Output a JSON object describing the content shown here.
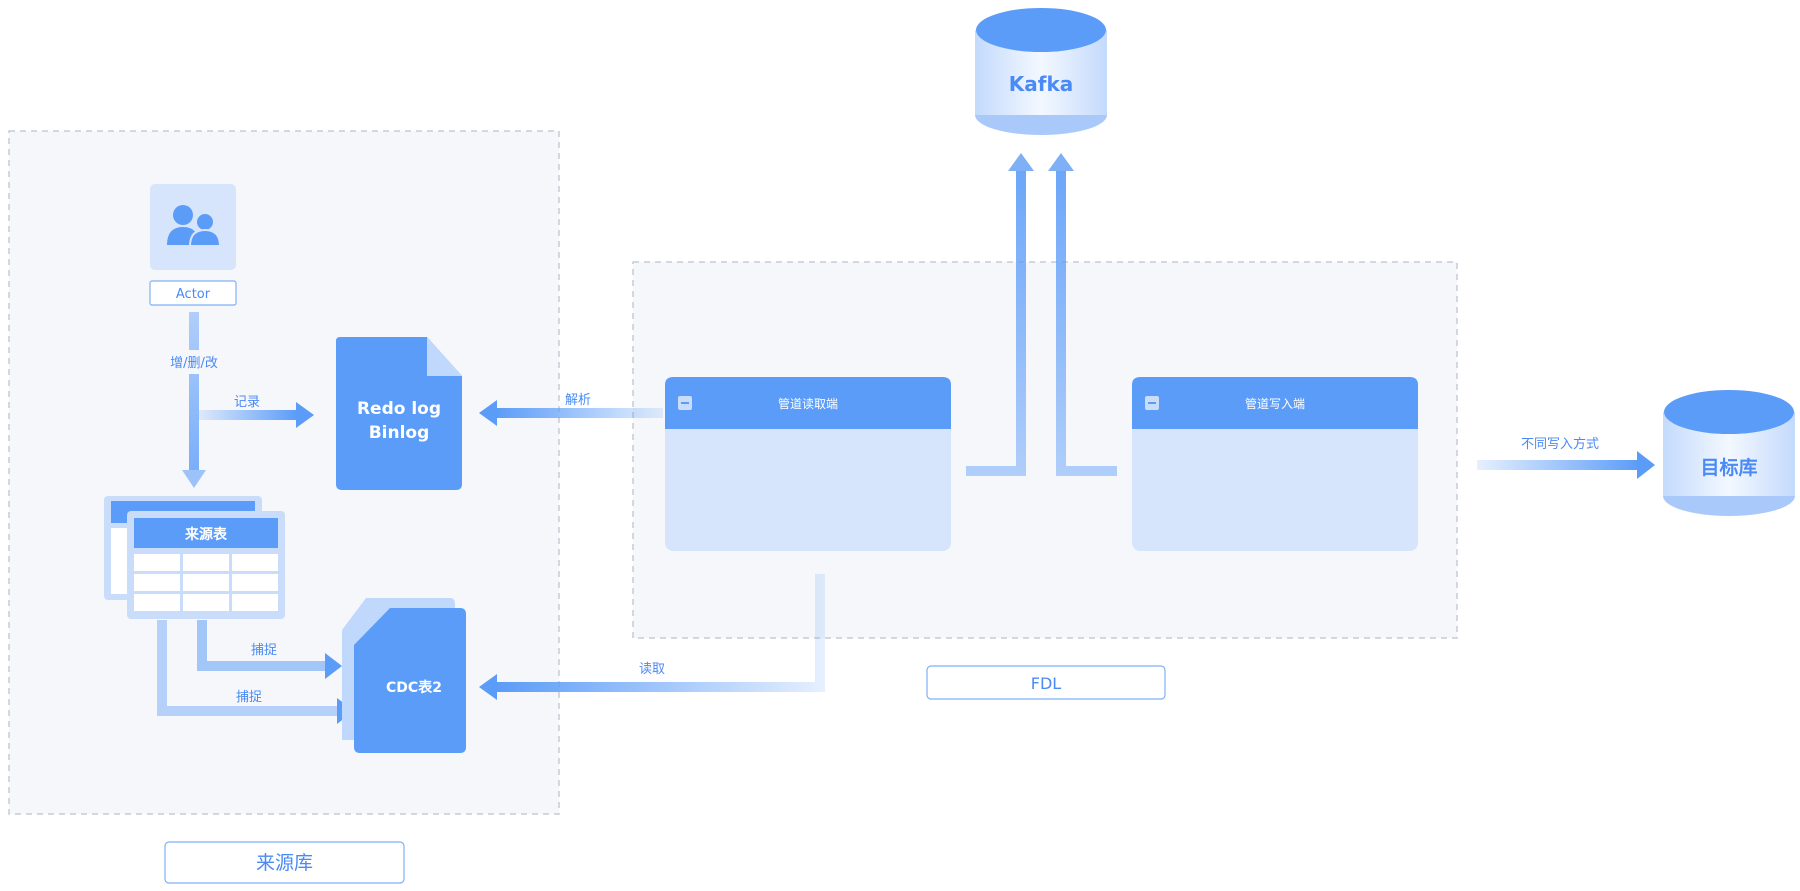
{
  "source": {
    "group_label": "来源库",
    "actor_label": "Actor",
    "crud_label": "增/删/改",
    "record_label": "记录",
    "log_line1": "Redo log",
    "log_line2": "Binlog",
    "table_label": "来源表",
    "capture_label_1": "捕捉",
    "capture_label_2": "捕捉",
    "cdc_label": "CDC表2"
  },
  "fdl": {
    "group_label": "FDL",
    "parse_label": "解析",
    "read_label": "读取",
    "reader_title": "管道读取端",
    "writer_title": "管道写入端"
  },
  "kafka": {
    "label": "Kafka"
  },
  "target": {
    "label": "目标库",
    "write_label": "不同写入方式"
  },
  "colors": {
    "primary": "#5b9cf8",
    "light_panel": "#d6e5fb",
    "group_bg": "#f5f7fb",
    "dashed_border": "#c7ccd6",
    "label_text": "#4a8af4"
  }
}
